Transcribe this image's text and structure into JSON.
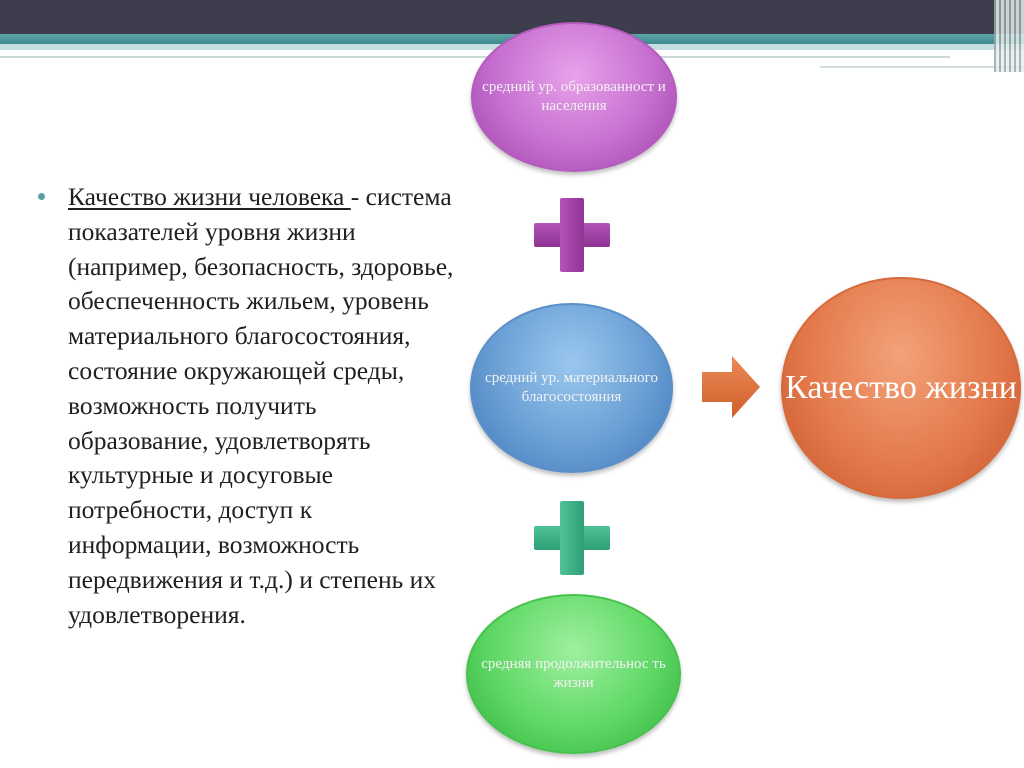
{
  "bullet": {
    "term": "Качество жизни человека ",
    "dash": "-",
    "definition": "система показателей уровня жизни (например, безопасность, здоровье, обеспеченность жильем, уровень материального благосостояния, состояние окружающей среды, возможность получить образование, удовлетворять культурные и досуговые потребности, доступ к информации, возможность передвижения и т.д.) и степень их удовлетворения."
  },
  "diagram": {
    "education": "средний ур. образованност и населения",
    "wealth": "средний ур. материального благосостояния",
    "longevity": "средняя продолжительнос ть жизни",
    "result": "Качество жизни"
  },
  "colors": {
    "purple": "#c66fd0",
    "blue": "#6a9fd5",
    "green": "#5fd865",
    "orange": "#e47a4b",
    "plus_purple": "#a044a6",
    "plus_green": "#3fb387",
    "arrow": "#e0733f"
  },
  "icons": {
    "plus_top": "plus-icon",
    "plus_bottom": "plus-icon",
    "arrow": "arrow-right-icon"
  }
}
